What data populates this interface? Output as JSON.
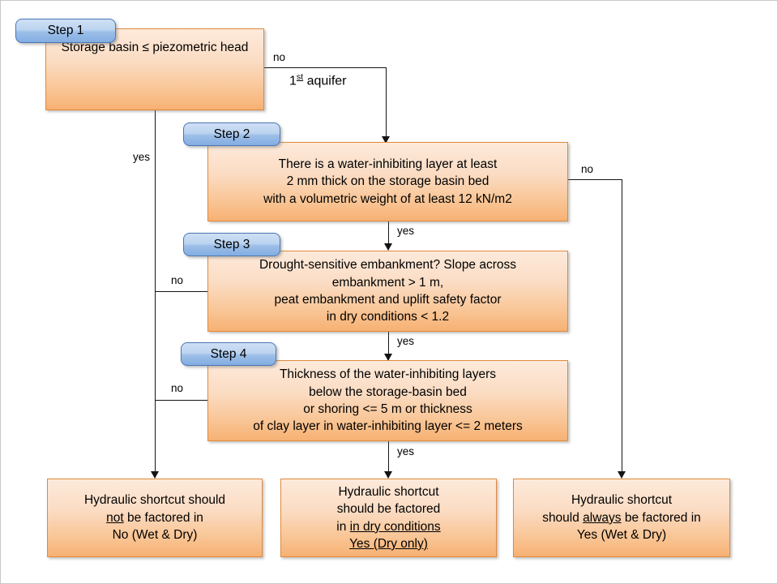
{
  "diagram": {
    "title": "Hydraulic shortcut decision flowchart",
    "colors": {
      "box_border": "#e08a3c",
      "box_fill_top": "#fdeadb",
      "box_fill_bottom": "#f7b173",
      "tag_border": "#4a77b4",
      "tag_fill_top": "#cfe0f5",
      "tag_fill_bottom": "#83ade2",
      "connector": "#141414",
      "canvas": "#ffffff"
    }
  },
  "steps": [
    {
      "tag": "Step 1",
      "lines": [
        "Storage basin ≤ piezometric head"
      ]
    },
    {
      "tag": "Step 2",
      "lines": [
        "There is a water-inhibiting layer at least",
        "2 mm thick on the storage basin bed",
        "with a volumetric weight of at least 12 kN/m2"
      ]
    },
    {
      "tag": "Step 3",
      "lines": [
        "Drought-sensitive embankment? Slope across",
        "embankment > 1 m,",
        "peat embankment and uplift safety factor",
        "in dry conditions < 1.2"
      ]
    },
    {
      "tag": "Step 4",
      "lines": [
        "Thickness of the water-inhibiting layers",
        "below the storage-basin bed",
        "or shoring <= 5 m or thickness",
        "of clay layer in water-inhibiting layer <= 2 meters"
      ]
    }
  ],
  "outcomes": [
    {
      "name": "outcome-not-factored",
      "lines": [
        {
          "pre": "Hydraulic shortcut should",
          "underline": "",
          "post": ""
        },
        {
          "pre": "",
          "underline": "not",
          "post": " be factored in"
        },
        {
          "pre": "No (Wet & Dry)",
          "underline": "",
          "post": ""
        }
      ]
    },
    {
      "name": "outcome-dry-only",
      "lines": [
        {
          "pre": "Hydraulic shortcut",
          "underline": "",
          "post": ""
        },
        {
          "pre": "should be factored",
          "underline": "",
          "post": ""
        },
        {
          "pre": "in ",
          "underline": "in dry conditions",
          "post": ""
        },
        {
          "pre": "",
          "underline": "Yes (Dry only)",
          "post": ""
        }
      ]
    },
    {
      "name": "outcome-always",
      "lines": [
        {
          "pre": "Hydraulic shortcut",
          "underline": "",
          "post": ""
        },
        {
          "pre": "should ",
          "underline": "always",
          "post": " be factored in"
        },
        {
          "pre": "Yes (Wet & Dry)",
          "underline": "",
          "post": ""
        }
      ]
    }
  ],
  "edge_labels": {
    "step1_no": "no",
    "step1_no_note_prefix": "1",
    "step1_no_note_sup": "st",
    "step1_no_note_suffix": " aquifer",
    "step1_yes": "yes",
    "step2_no": "no",
    "step2_yes": "yes",
    "step3_no": "no",
    "step3_yes": "yes",
    "step4_no": "no",
    "step4_yes": "yes"
  }
}
